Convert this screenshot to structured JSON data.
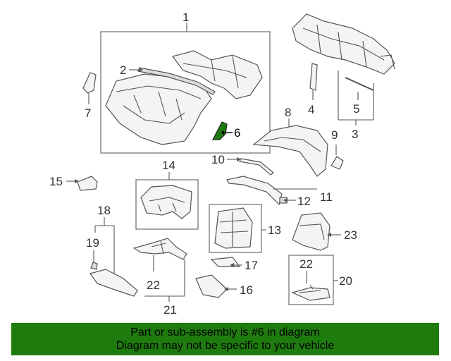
{
  "labels": {
    "n1": "1",
    "n2": "2",
    "n3": "3",
    "n4": "4",
    "n5": "5",
    "n6": "6",
    "n7": "7",
    "n8": "8",
    "n9": "9",
    "n10": "10",
    "n11": "11",
    "n12": "12",
    "n13": "13",
    "n14": "14",
    "n15": "15",
    "n16": "16",
    "n17": "17",
    "n18": "18",
    "n19": "19",
    "n20": "20",
    "n21": "21",
    "n22a": "22",
    "n22b": "22",
    "n23": "23"
  },
  "colors": {
    "highlight": "#1e7b0e",
    "banner_bg": "#1e7b0e"
  },
  "banner": {
    "line1": "Part or sub-assembly is #6 in diagram",
    "line2": "Diagram may not be specific to your vehicle"
  }
}
